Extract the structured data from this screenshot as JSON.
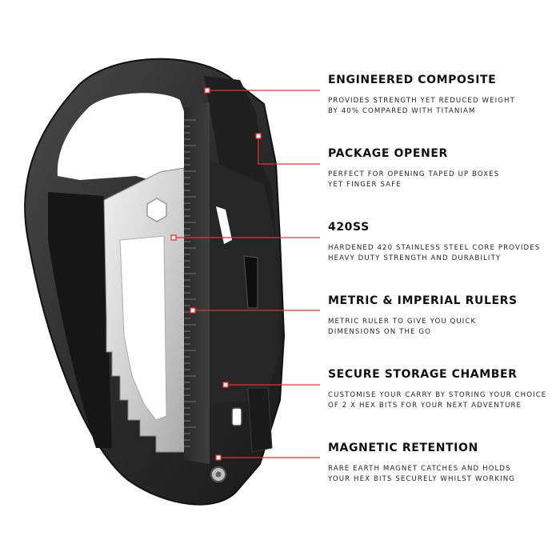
{
  "colors": {
    "accent": "#e8342a",
    "body_dark": "#2b2b2b",
    "steel": "#d8d8d8"
  },
  "features": [
    {
      "title": "ENGINEERED COMPOSITE",
      "lines": [
        "PROVIDES STRENGTH YET REDUCED WEIGHT",
        "BY 40% COMPARED WITH TITANIAM"
      ]
    },
    {
      "title": "PACKAGE OPENER",
      "lines": [
        "PERFECT FOR OPENING TAPED UP BOXES",
        "YET FINGER SAFE"
      ]
    },
    {
      "title": "420SS",
      "lines": [
        "HARDENED 420 STAINLESS STEEL CORE PROVIDES",
        "HEAVY DUTY STRENGTH AND DURABILITY"
      ]
    },
    {
      "title": "METRIC & IMPERIAL RULERS",
      "lines": [
        "METRIC RULER TO GIVE YOU QUICK",
        "DIMENSIONS ON THE GO"
      ]
    },
    {
      "title": "SECURE STORAGE CHAMBER",
      "lines": [
        "CUSTOMISE YOUR CARRY BY STORING YOUR CHOICE",
        "OF 2 X HEX BITS FOR YOUR NEXT ADVENTURE"
      ]
    },
    {
      "title": "MAGNETIC RETENTION",
      "lines": [
        "RARE EARTH MAGNET CATCHES AND HOLDS",
        "YOUR HEX BITS SECURELY WHILST WORKING"
      ]
    }
  ]
}
